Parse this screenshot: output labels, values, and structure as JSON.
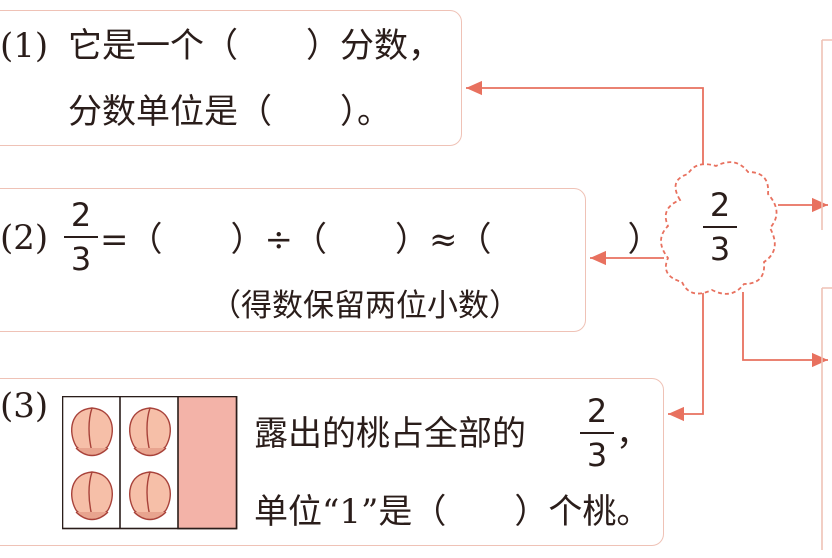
{
  "q1": {
    "num": "(1)",
    "line1": "它是一个（　　）分数，",
    "line2": "分数单位是（　　）。"
  },
  "q2": {
    "num": "(2)",
    "frac_num": "2",
    "frac_den": "3",
    "eq": "=（　　）÷（　　）≈（　　　　）",
    "note": "（得数保留两位小数）"
  },
  "q3": {
    "num": "(3)",
    "line1": "露出的桃占全部的",
    "frac_num": "2",
    "frac_den": "3",
    "comma": "，",
    "line2": "单位“1”是（　　）个桃。"
  },
  "center": {
    "num": "2",
    "den": "3"
  },
  "colors": {
    "box_border": "#efc2b6",
    "arrow": "#e8715f",
    "cover": "#f3b3a8",
    "peach": "#f6bfa8"
  }
}
